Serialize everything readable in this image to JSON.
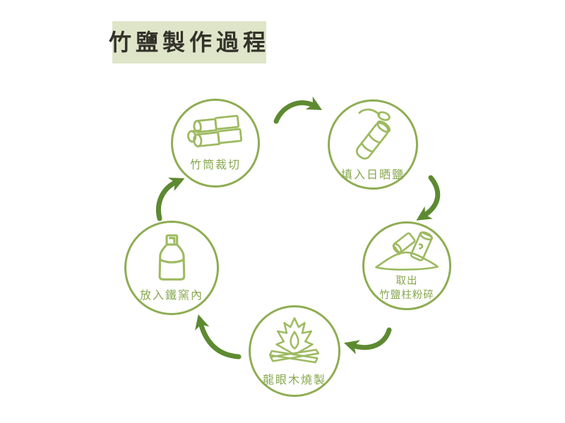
{
  "title": "竹鹽製作過程",
  "colors": {
    "background": "#ffffff",
    "title_box_bg": "#dfe5c9",
    "title_text": "#33322a",
    "circle_border": "#8ead52",
    "icon_stroke": "#9dba60",
    "label_text": "#87a74e",
    "arrow": "#5d8a31"
  },
  "nodes": [
    {
      "step": 1,
      "label": "竹筒裁切",
      "icon": "bamboo-tubes-icon"
    },
    {
      "step": 2,
      "label": "填入日晒鹽",
      "icon": "fill-salt-tube-icon"
    },
    {
      "step": 3,
      "label": "取出",
      "label2": "竹鹽柱粉碎",
      "icon": "crushed-salt-pillar-icon"
    },
    {
      "step": 4,
      "label": "龍眼木燒製",
      "icon": "longan-wood-fire-icon"
    },
    {
      "step": 5,
      "label": "放入鐵窯內",
      "icon": "iron-kiln-icon"
    }
  ],
  "arrows": [
    {
      "from": 1,
      "to": 2,
      "direction": "clockwise"
    },
    {
      "from": 2,
      "to": 3,
      "direction": "clockwise"
    },
    {
      "from": 3,
      "to": 4,
      "direction": "clockwise"
    },
    {
      "from": 4,
      "to": 5,
      "direction": "clockwise"
    },
    {
      "from": 5,
      "to": 1,
      "direction": "clockwise"
    }
  ]
}
